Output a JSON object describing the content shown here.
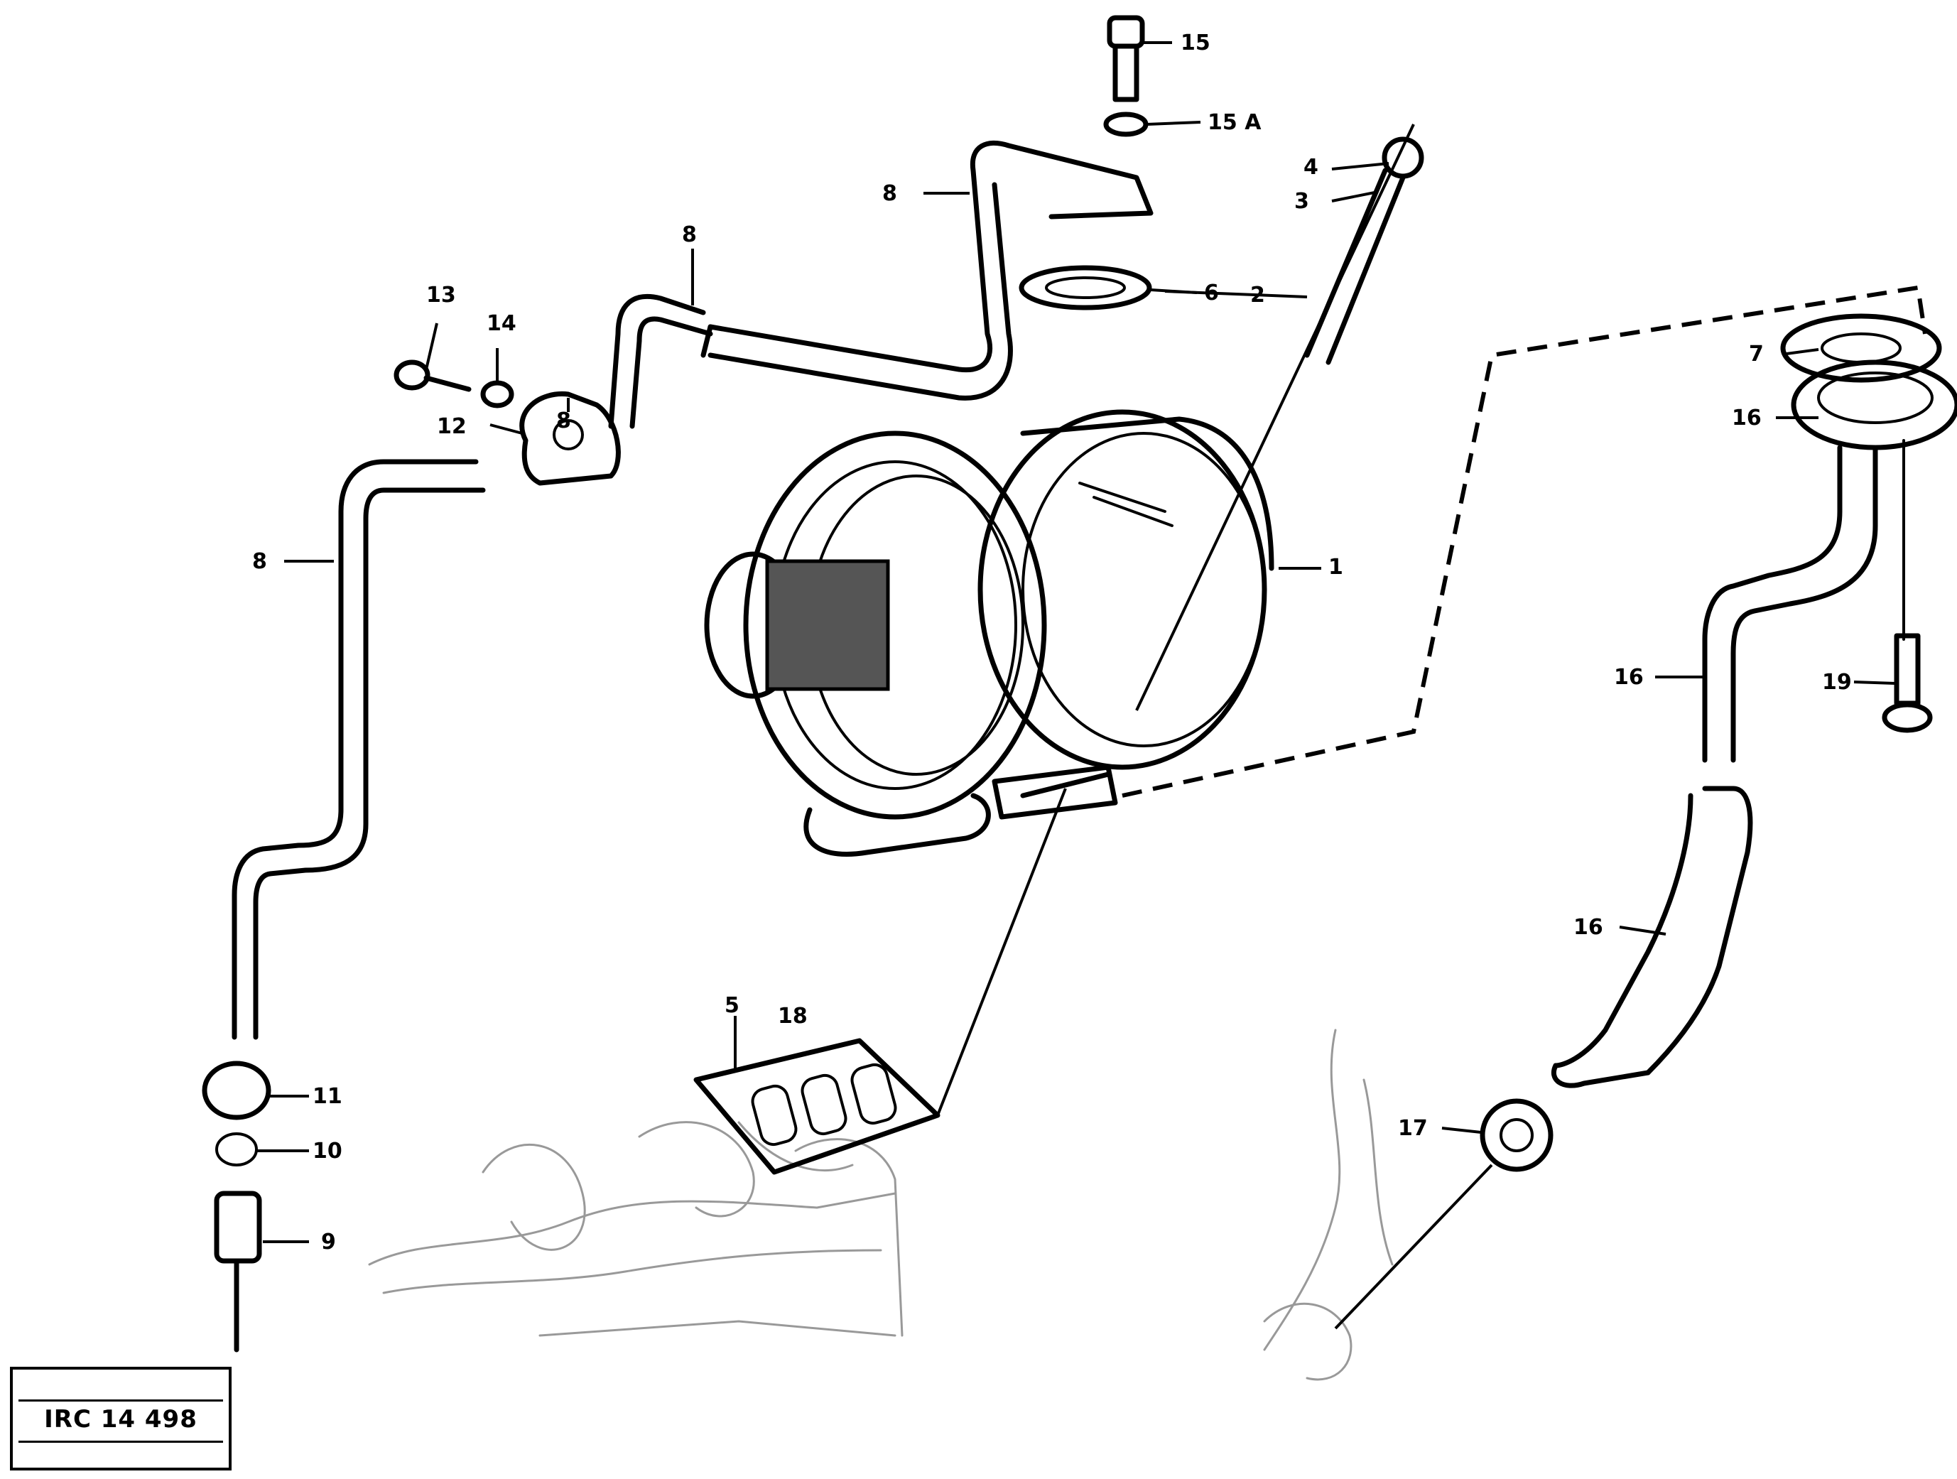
{
  "callouts": {
    "c1": "1",
    "c2": "2",
    "c3": "3",
    "c4": "4",
    "c5": "5",
    "c6": "6",
    "c7": "7",
    "c8a": "8",
    "c8b": "8",
    "c8c": "8",
    "c8d": "8",
    "c9": "9",
    "c10": "10",
    "c11": "11",
    "c12": "12",
    "c13": "13",
    "c14": "14",
    "c15": "15",
    "c15a": "15 A",
    "c16a": "16",
    "c16b": "16",
    "c16c": "16",
    "c17": "17",
    "c18": "18",
    "c19": "19"
  },
  "reference_box": {
    "top_line": "",
    "code": "IRC 14 498",
    "bottom_line": ""
  }
}
